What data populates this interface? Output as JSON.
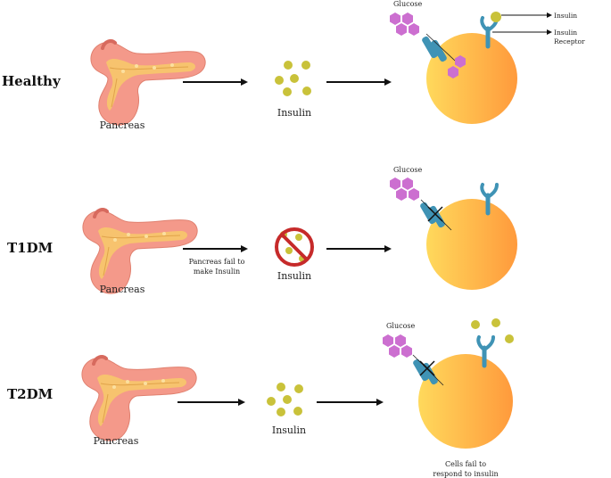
{
  "rows": [
    {
      "label": "Healthy"
    },
    {
      "label": "T1DM"
    },
    {
      "label": "T2DM"
    }
  ],
  "labels": {
    "pancreas": "Pancreas",
    "insulin": "Insulin",
    "glucose": "Glucose",
    "insulin_pointer": "Insulin",
    "insulin_receptor_line1": "Insulin",
    "insulin_receptor_line2": "Receptor",
    "t1dm_note_line1": "Pancreas fail to",
    "t1dm_note_line2": "make Insulin",
    "t2dm_note_line1": "Cells fail to",
    "t2dm_note_line2": "respond to insulin"
  },
  "colors": {
    "pancreas": "#f4998a",
    "pancreas_lobules": "#f7c86a",
    "insulin": "#c9c23a",
    "glucose": "#cc6fd0",
    "cell_light": "#ffd95c",
    "cell_dark": "#ff9a3c",
    "receptor": "#3f93b5",
    "prohibit": "#c62a2a"
  }
}
